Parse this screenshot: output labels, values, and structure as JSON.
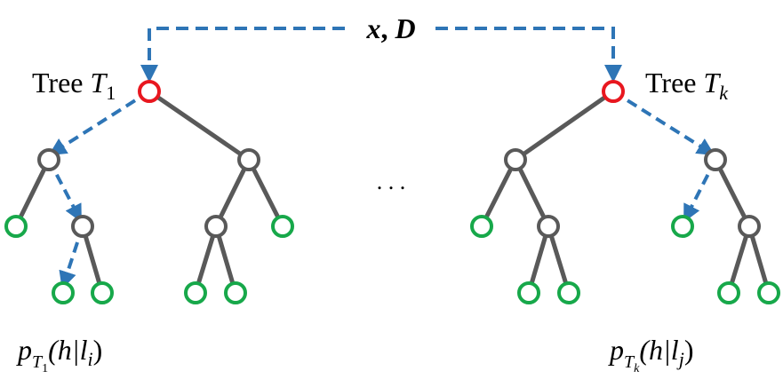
{
  "input_label": {
    "x": "x",
    "sep": ", ",
    "d": "D"
  },
  "trees": [
    {
      "prefix": "Tree ",
      "var": "T",
      "sub": "1",
      "output": {
        "p": "p",
        "T": "T",
        "Tsub": "1",
        "body": "(h|l",
        "lsub": "i",
        "close": ")"
      }
    },
    {
      "prefix": "Tree ",
      "var": "T",
      "sub": "k",
      "output": {
        "p": "p",
        "T": "T",
        "Tsub": "k",
        "body": "(h|l",
        "lsub": "j",
        "close": ")"
      }
    }
  ],
  "ellipsis": ". . .",
  "colors": {
    "root": "#e8171f",
    "internal": "#595959",
    "leaf": "#17a84a",
    "edge": "#595959",
    "path": "#2e75b6"
  }
}
